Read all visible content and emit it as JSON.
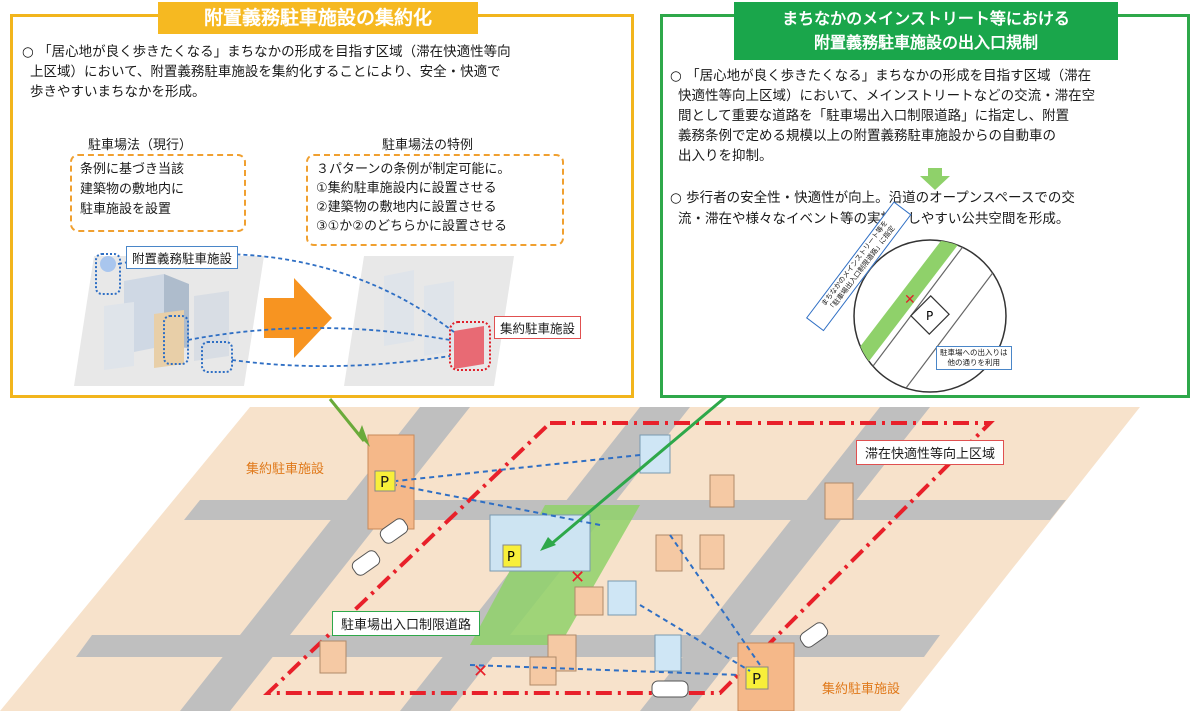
{
  "left_panel": {
    "title": "附置義務駐車施設の集約化",
    "bullet": "○ 「居心地が良く歩きたくなる」まちなかの形成を目指す区域（滞在快適性等向上区域）において、附置義務駐車施設を集約化することにより、安全・快適で歩きやすいまちなかを形成。",
    "bullet_lines": [
      "○ 「居心地が良く歩きたくなる」まちなかの形成を目指す区域（滞在快適性等向",
      "上区域）において、附置義務駐車施設を集約化することにより、安全・快適で",
      "歩きやすいまちなかを形成。"
    ],
    "current_law_heading": "駐車場法（現行）",
    "current_law_lines": [
      "条例に基づき当該",
      "建築物の敷地内に",
      "駐車施設を設置"
    ],
    "special_heading": "駐車場法の特例",
    "special_lines": [
      "３パターンの条例が制定可能に。",
      "①集約駐車施設内に設置させる",
      "②建築物の敷地内に設置させる",
      "③①か②のどちらかに設置させる"
    ],
    "attached_label": "附置義務駐車施設",
    "consolidated_label": "集約駐車施設"
  },
  "right_panel": {
    "title_line1": "まちなかのメインストリート等における",
    "title_line2": "附置義務駐車施設の出入口規制",
    "bullet1_lines": [
      "○ 「居心地が良く歩きたくなる」まちなかの形成を目指す区域（滞在",
      "快適性等向上区域）において、メインストリートなどの交流・滞在空",
      "間として重要な道路を「駐車場出入口制限道路」に指定し、附置",
      "義務条例で定める規模以上の附置義務駐車施設からの自動車の",
      "出入りを抑制。"
    ],
    "bullet2_lines": [
      "○  歩行者の安全性・快適性が向上。沿道のオープンスペースでの交",
      "流・滞在や様々なイベント等の実施がしやすい公共空間を形成。"
    ],
    "street_label_line1": "まちなかのメインストリート等を",
    "street_label_line2": "「駐車場出入口制限道路」に指定",
    "parking_note_line1": "駐車場への出入りは",
    "parking_note_line2": "他の通りを利用",
    "parking_symbol": "P"
  },
  "bottom": {
    "zone_label": "滞在快適性等向上区域",
    "consolidated_left": "集約駐車施設",
    "consolidated_right": "集約駐車施設",
    "restricted_road_label": "駐車場出入口制限道路",
    "parking_symbol": "P"
  },
  "colors": {
    "left_accent": "#f6b921",
    "right_accent": "#1aa64b",
    "zone_red": "#e8202a",
    "arrow_blue": "#2f6fc4",
    "parking_orange": "#f5b889"
  }
}
